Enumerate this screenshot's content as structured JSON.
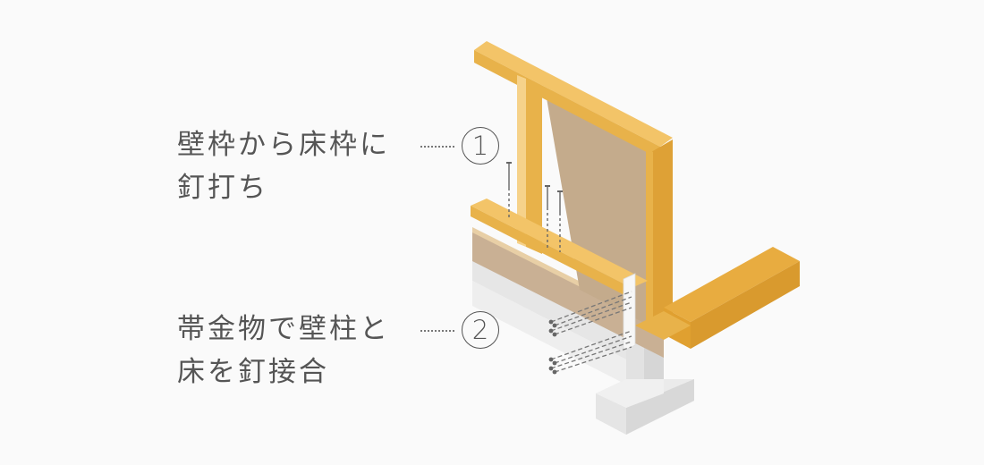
{
  "callouts": [
    {
      "number": "1",
      "lines": [
        "壁枠から床枠に",
        "釘打ち"
      ]
    },
    {
      "number": "2",
      "lines": [
        "帯金物で壁柱と",
        "床を釘接合"
      ]
    }
  ],
  "colors": {
    "background": "#fafafa",
    "lumber_light": "#f3c468",
    "lumber_mid": "#e8b24a",
    "lumber_dark": "#d99a2e",
    "sheathing": "#c4ab8c",
    "sheathing_edge": "#a8896a",
    "concrete_light": "#ececec",
    "concrete_mid": "#dedede",
    "concrete_dark": "#d2d2d2",
    "text": "#555555",
    "nail": "#666666"
  },
  "illustration": {
    "subject": "2x4 wall frame nailed to floor frame, strap anchor connecting wall stud to floor, concrete foundation"
  }
}
